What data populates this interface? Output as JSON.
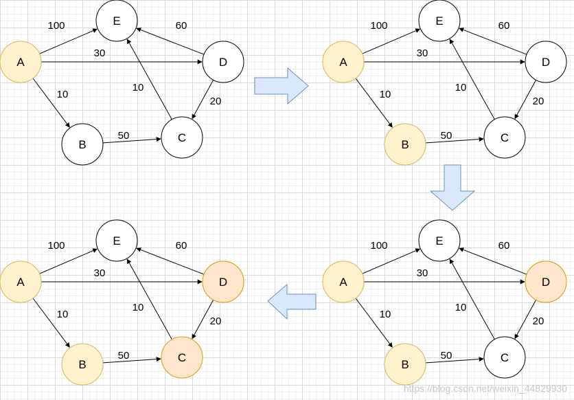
{
  "colors": {
    "unvisited": "#ffffff",
    "visited": "#fff2cc",
    "visited_stroke": "#d6b656",
    "current": "#ffe6cc",
    "current_stroke": "#d79b00",
    "arrow_fill": "#dae8fc",
    "arrow_stroke": "#6c8ebf"
  },
  "panels": [
    {
      "nodes": [
        {
          "id": "A",
          "label": "A",
          "state": "visited"
        },
        {
          "id": "B",
          "label": "B",
          "state": "unvisited"
        },
        {
          "id": "C",
          "label": "C",
          "state": "unvisited"
        },
        {
          "id": "D",
          "label": "D",
          "state": "unvisited"
        },
        {
          "id": "E",
          "label": "E",
          "state": "unvisited"
        }
      ],
      "edges": [
        {
          "from": "A",
          "to": "E",
          "label": "100"
        },
        {
          "from": "A",
          "to": "D",
          "label": "30"
        },
        {
          "from": "A",
          "to": "B",
          "label": "10"
        },
        {
          "from": "D",
          "to": "E",
          "label": "60"
        },
        {
          "from": "D",
          "to": "C",
          "label": "20"
        },
        {
          "from": "C",
          "to": "E",
          "label": "10"
        },
        {
          "from": "B",
          "to": "C",
          "label": "50"
        }
      ]
    },
    {
      "nodes": [
        {
          "id": "A",
          "label": "A",
          "state": "visited"
        },
        {
          "id": "B",
          "label": "B",
          "state": "visited"
        },
        {
          "id": "C",
          "label": "C",
          "state": "unvisited"
        },
        {
          "id": "D",
          "label": "D",
          "state": "unvisited"
        },
        {
          "id": "E",
          "label": "E",
          "state": "unvisited"
        }
      ],
      "edges": [
        {
          "from": "A",
          "to": "E",
          "label": "100"
        },
        {
          "from": "A",
          "to": "D",
          "label": "30"
        },
        {
          "from": "A",
          "to": "B",
          "label": "10"
        },
        {
          "from": "D",
          "to": "E",
          "label": "60"
        },
        {
          "from": "D",
          "to": "C",
          "label": "20"
        },
        {
          "from": "C",
          "to": "E",
          "label": "10"
        },
        {
          "from": "B",
          "to": "C",
          "label": "50"
        }
      ]
    },
    {
      "nodes": [
        {
          "id": "A",
          "label": "A",
          "state": "visited"
        },
        {
          "id": "B",
          "label": "B",
          "state": "visited"
        },
        {
          "id": "C",
          "label": "C",
          "state": "unvisited"
        },
        {
          "id": "D",
          "label": "D",
          "state": "current"
        },
        {
          "id": "E",
          "label": "E",
          "state": "unvisited"
        }
      ],
      "edges": [
        {
          "from": "A",
          "to": "E",
          "label": "100"
        },
        {
          "from": "A",
          "to": "D",
          "label": "30"
        },
        {
          "from": "A",
          "to": "B",
          "label": "10"
        },
        {
          "from": "D",
          "to": "E",
          "label": "60"
        },
        {
          "from": "D",
          "to": "C",
          "label": "20"
        },
        {
          "from": "C",
          "to": "E",
          "label": "10"
        },
        {
          "from": "B",
          "to": "C",
          "label": "50"
        }
      ]
    },
    {
      "nodes": [
        {
          "id": "A",
          "label": "A",
          "state": "visited"
        },
        {
          "id": "B",
          "label": "B",
          "state": "visited"
        },
        {
          "id": "C",
          "label": "C",
          "state": "current"
        },
        {
          "id": "D",
          "label": "D",
          "state": "current"
        },
        {
          "id": "E",
          "label": "E",
          "state": "unvisited"
        }
      ],
      "edges": [
        {
          "from": "A",
          "to": "E",
          "label": "100"
        },
        {
          "from": "A",
          "to": "D",
          "label": "30"
        },
        {
          "from": "A",
          "to": "B",
          "label": "10"
        },
        {
          "from": "D",
          "to": "E",
          "label": "60"
        },
        {
          "from": "D",
          "to": "C",
          "label": "20"
        },
        {
          "from": "C",
          "to": "E",
          "label": "10"
        },
        {
          "from": "B",
          "to": "C",
          "label": "50"
        }
      ]
    }
  ],
  "transitions": [
    {
      "direction": "right"
    },
    {
      "direction": "down"
    },
    {
      "direction": "left"
    }
  ],
  "watermark": "https://blog.csdn.net/weixin_44829930"
}
